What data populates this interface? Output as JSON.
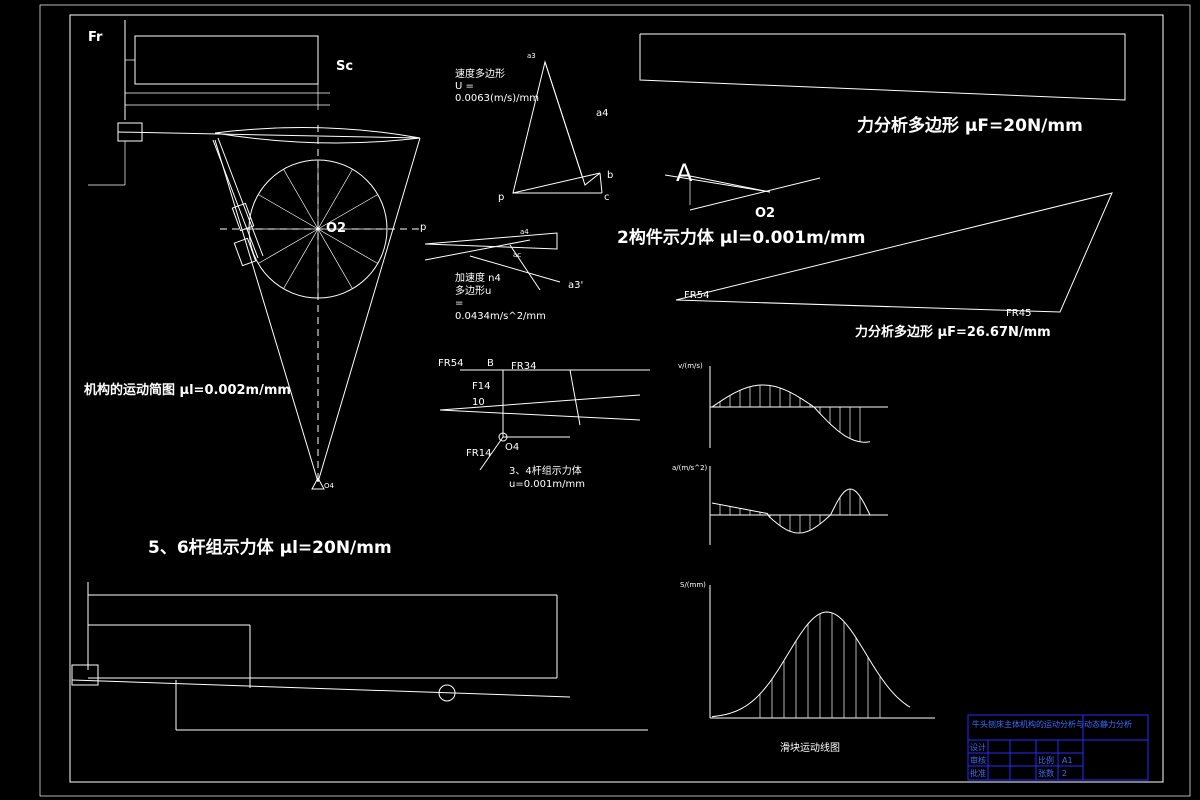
{
  "labels": {
    "fr": "Fr",
    "sc": "Sc",
    "mech_title": "机构的运动简图  μl=0.002m/mm",
    "o2": "O2",
    "o4": "O4",
    "p_main": "p",
    "vel_title": "速度多边形",
    "vel_u": "U =",
    "vel_val": "0.0063(m/s)/mm",
    "a3": "a3",
    "a4": "a4",
    "b": "b",
    "c": "c",
    "p_vel": "p",
    "acc_title": "加速度  n4",
    "acc_sub": "多边形u",
    "acc_eq": "=",
    "acc_val": "0.0434m/s^2/mm",
    "a4b": "a4",
    "ac": "ac",
    "a3p": "a3'",
    "big_force": "力分析多边形  μF=20N/mm",
    "fb2": "2构件示力体  μl=0.001m/mm",
    "A": "A",
    "O2b": "O2",
    "fr54": "FR54",
    "fr45": "FR45",
    "force2": "力分析多边形  μF=26.67N/mm",
    "fr54b": "FR54",
    "B": "B",
    "fr34": "FR34",
    "f14": "F14",
    "ten": "10",
    "o4b": "O4",
    "fr14": "FR14",
    "g34_title": "3、4杆组示力体",
    "g34_u": "u=0.001m/mm",
    "g56": "5、6杆组示力体  μl=20N/mm",
    "vy": "v/(m/s)",
    "ay": "a/(m/s^2)",
    "sy": "S/(mm)",
    "chart_title": "滑块运动线图",
    "tb_title": "牛头刨床主体机构的运动分析与动态静力分析",
    "tb_design": "设计",
    "tb_check": "审核",
    "tb_approve": "批准",
    "tb_scale": "比例",
    "tb_count": "张数",
    "tb_a1": "A1",
    "tb_two": "2"
  }
}
